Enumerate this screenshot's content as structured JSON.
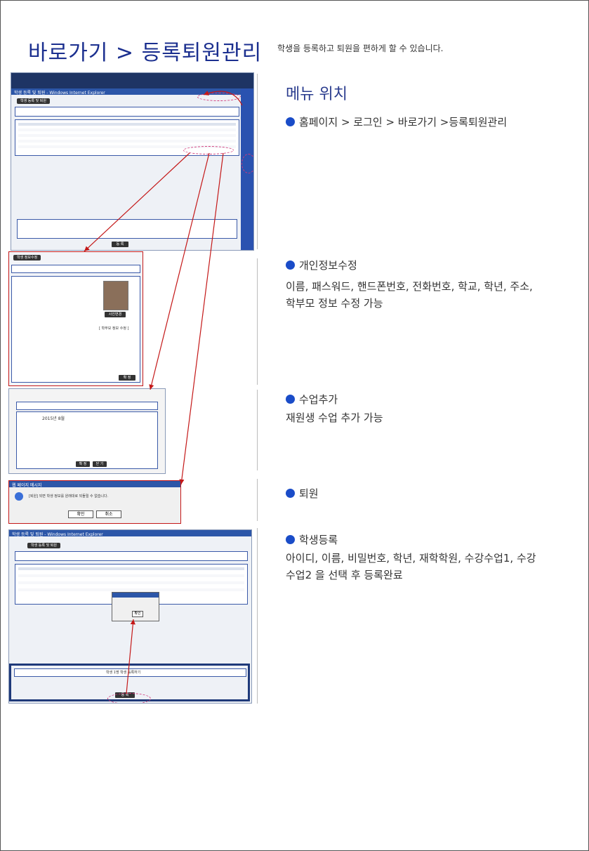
{
  "page": {
    "title": "바로가기 > 등록퇴원관리",
    "subtitle": "학생을 등록하고 퇴원을 편하게 할 수 있습니다."
  },
  "sections": {
    "menu_heading": "메뉴 위치",
    "menu_path": "홈페이지 > 로그인 > 바로가기 >등록퇴원관리",
    "edit_title": "개인정보수정",
    "edit_desc": "이름, 패스워드, 핸드폰번호, 전화번호, 학교, 학년, 주소, 학부모 정보 수정 가능",
    "class_title": "수업추가",
    "class_desc": "재원생 수업 추가 가능",
    "leave_title": "퇴원",
    "register_title": "학생등록",
    "register_desc": "아이디, 이름, 비밀번호, 학년, 재학학원, 수강수업1, 수강수업2 을 선택 후 등록완료"
  },
  "screens": {
    "ie_title": "학생 등록 및 퇴원 - Windows Internet Explorer",
    "tab_label": "학생 등록 및 퇴원",
    "edit_tab": "학생 정보수정",
    "photo_button": "사진변경",
    "parent_box": "[ 학부모 정보 수정 ]",
    "confirm": "확 정",
    "close": "닫 기",
    "dialog_title": "웹 페이지 메시지",
    "dialog_ok": "확인",
    "dialog_cancel": "취소",
    "register_box_title": "학생 1명 학생 등록하기",
    "register_btn": "등 록",
    "alert_ok": "확인",
    "class_selected": "2015년 8월",
    "leave_text": "[퇴원] 되면 학생 정보를 원래대로 되돌릴 수 없습니다."
  },
  "colors": {
    "title": "#1b2f8f",
    "bullet": "#1a4cc8",
    "arrow": "#c41818",
    "highlight": "#d23a7a"
  }
}
